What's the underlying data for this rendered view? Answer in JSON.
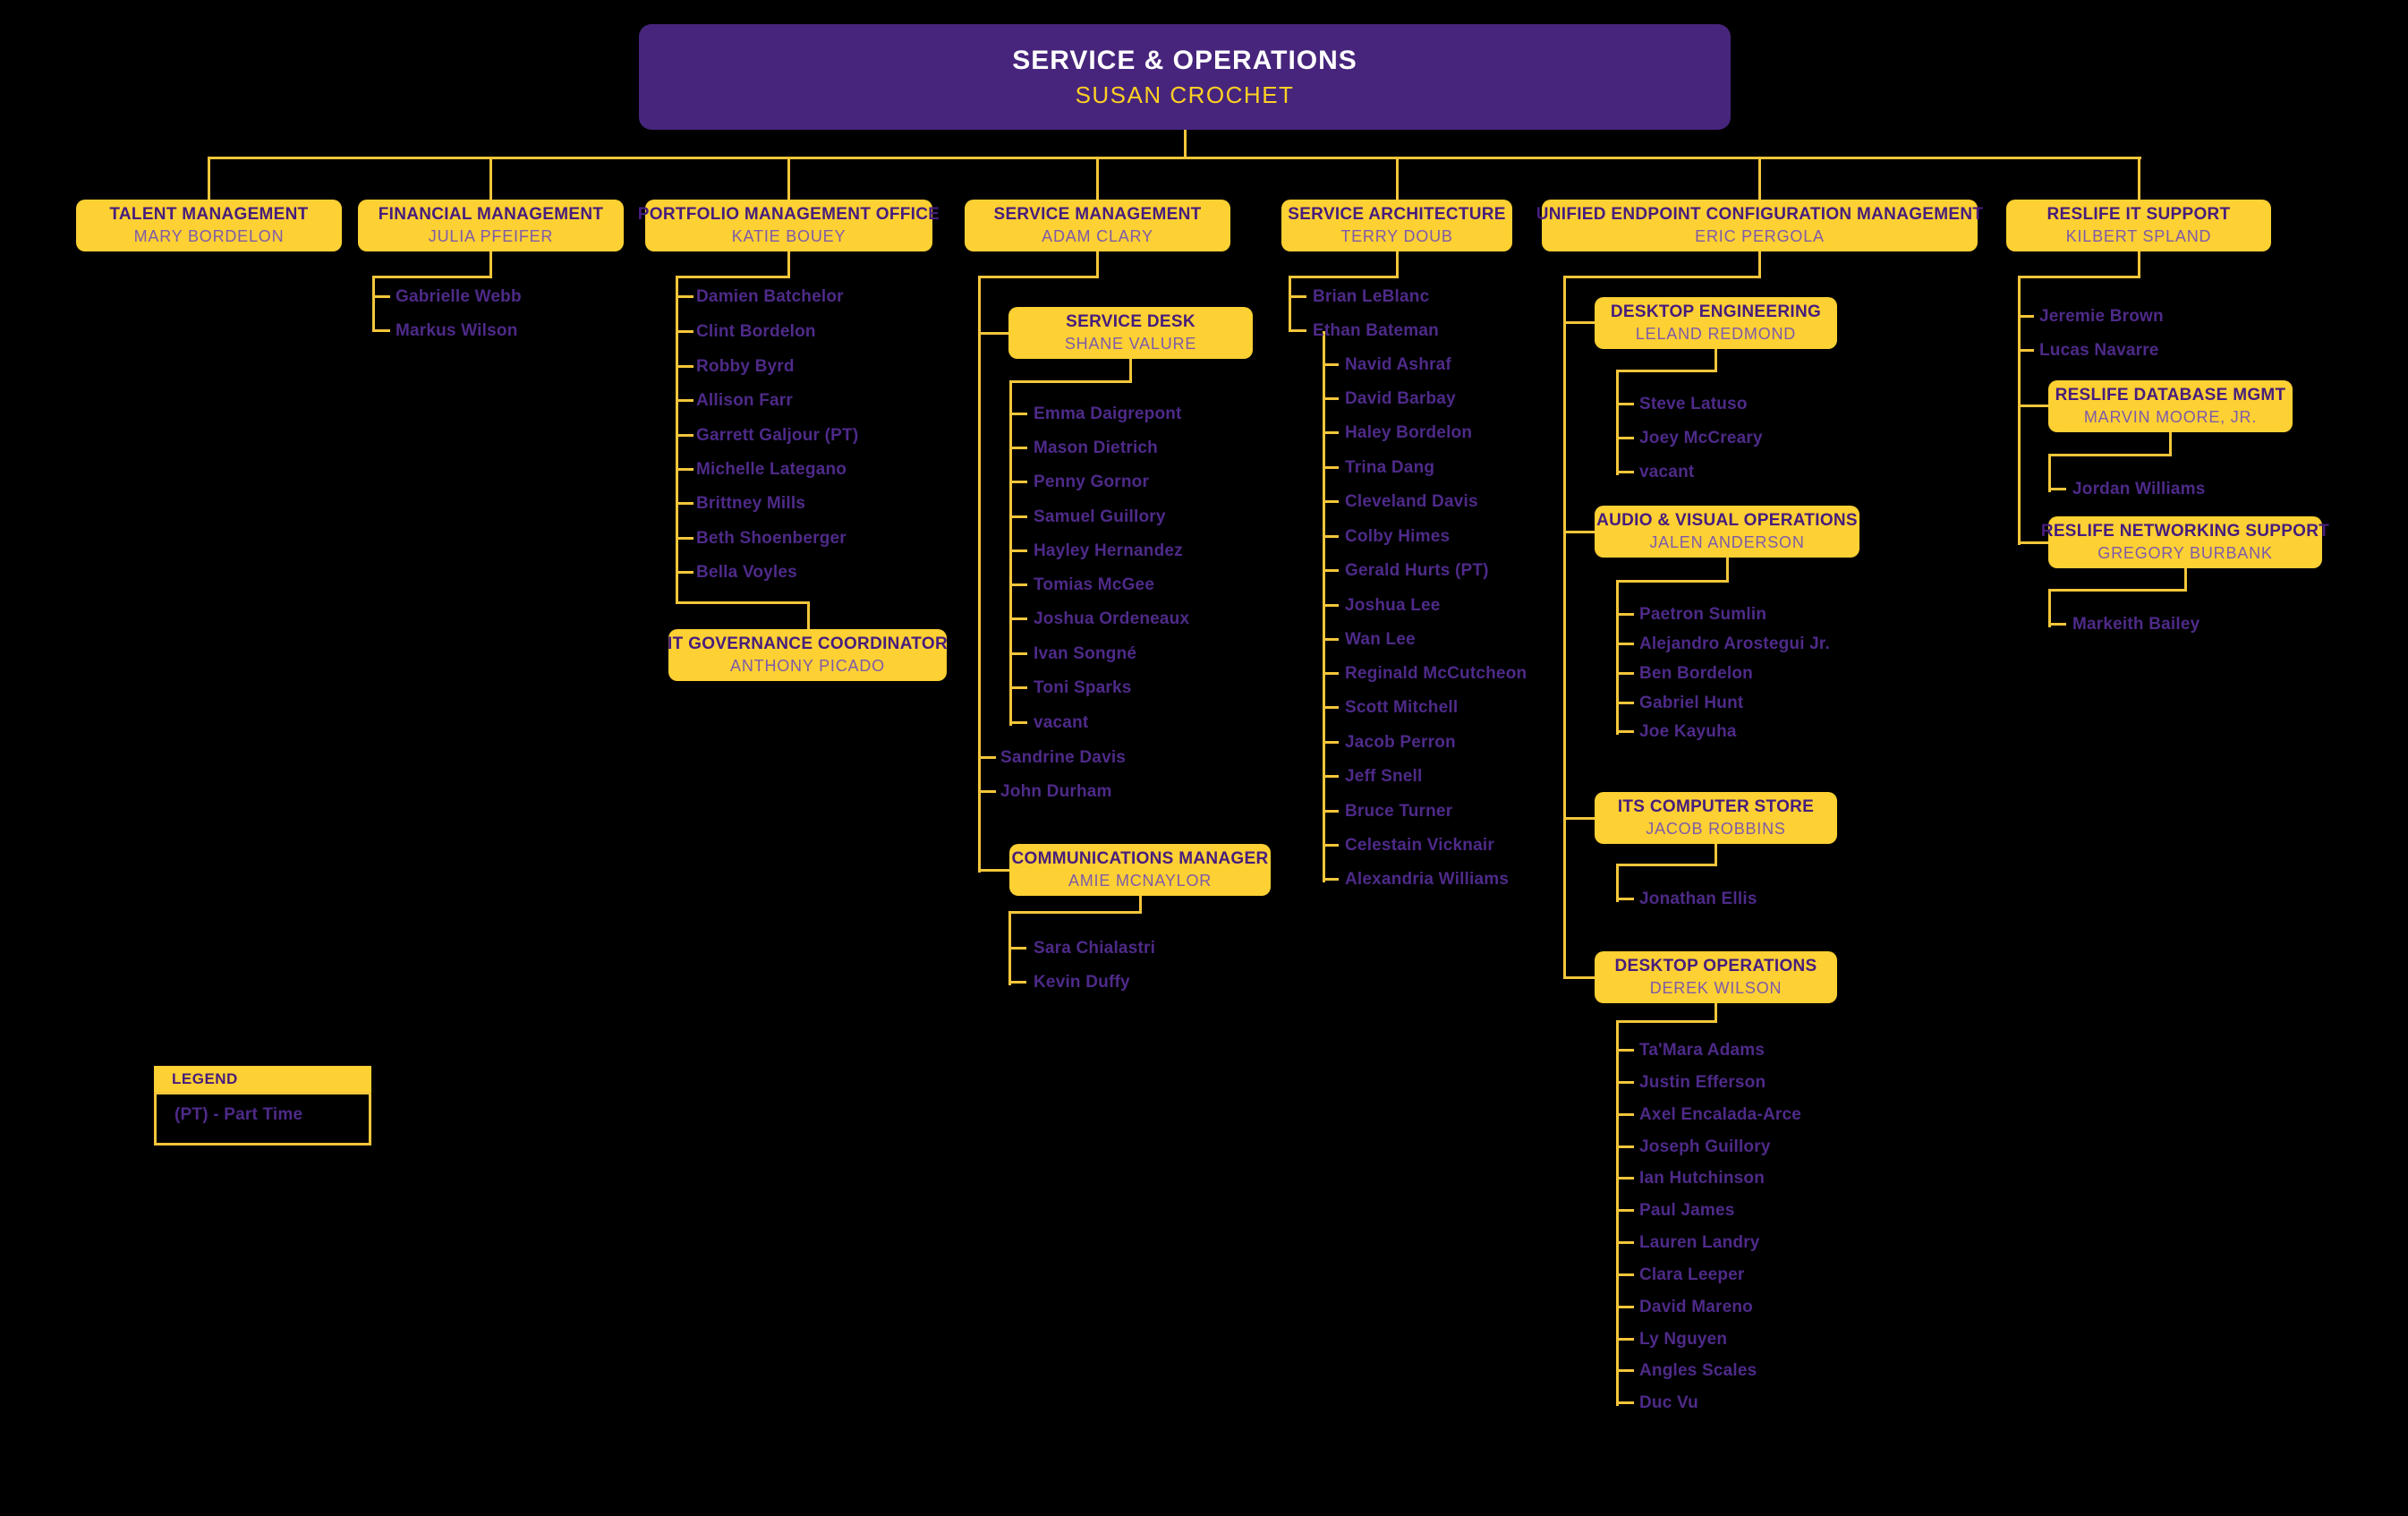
{
  "root": {
    "title": "SERVICE & OPERATIONS",
    "name": "SUSAN CROCHET"
  },
  "boxes": {
    "talent": {
      "title": "TALENT MANAGEMENT",
      "name": "MARY BORDELON"
    },
    "financial": {
      "title": "FINANCIAL MANAGEMENT",
      "name": "JULIA PFEIFER"
    },
    "portfolio": {
      "title": "PORTFOLIO MANAGEMENT OFFICE",
      "name": "KATIE BOUEY"
    },
    "service_mgmt": {
      "title": "SERVICE MANAGEMENT",
      "name": "ADAM CLARY"
    },
    "service_arch": {
      "title": "SERVICE ARCHITECTURE",
      "name": "TERRY DOUB"
    },
    "unified": {
      "title": "UNIFIED ENDPOINT CONFIGURATION MANAGEMENT",
      "name": "ERIC PERGOLA"
    },
    "reslife": {
      "title": "RESLIFE IT SUPPORT",
      "name": "KILBERT SPLAND"
    },
    "it_governance": {
      "title": "IT GOVERNANCE COORDINATOR",
      "name": "ANTHONY PICADO"
    },
    "service_desk": {
      "title": "SERVICE DESK",
      "name": "SHANE VALURE"
    },
    "comm_mgr": {
      "title": "COMMUNICATIONS MANAGER",
      "name": "AMIE MCNAYLOR"
    },
    "desktop_eng": {
      "title": "DESKTOP ENGINEERING",
      "name": "LELAND REDMOND"
    },
    "av_ops": {
      "title": "AUDIO & VISUAL OPERATIONS",
      "name": "JALEN ANDERSON"
    },
    "its_store": {
      "title": "ITS COMPUTER STORE",
      "name": "JACOB ROBBINS"
    },
    "desktop_ops": {
      "title": "DESKTOP OPERATIONS",
      "name": "DEREK WILSON"
    },
    "db_mgmt": {
      "title": "RESLIFE DATABASE MGMT",
      "name": "MARVIN MOORE, JR."
    },
    "networking": {
      "title": "RESLIFE NETWORKING SUPPORT",
      "name": "GREGORY BURBANK"
    }
  },
  "reports": {
    "financial": [
      "Gabrielle Webb",
      "Markus Wilson"
    ],
    "portfolio": [
      "Damien Batchelor",
      "Clint Bordelon",
      "Robby Byrd",
      "Allison Farr",
      "Garrett Galjour (PT)",
      "Michelle Lategano",
      "Brittney Mills",
      "Beth Shoenberger",
      "Bella Voyles"
    ],
    "service_desk": [
      "Emma Daigrepont",
      "Mason Dietrich",
      "Penny Gornor",
      "Samuel Guillory",
      "Hayley Hernandez",
      "Tomias McGee",
      "Joshua Ordeneaux",
      "Ivan Songné",
      "Toni Sparks",
      "vacant"
    ],
    "service_mgmt": [
      "Sandrine Davis",
      "John Durham"
    ],
    "comm": [
      "Sara Chialastri",
      "Kevin Duffy"
    ],
    "service_arch": [
      "Brian LeBlanc",
      "Ethan Bateman"
    ],
    "ethan": [
      "Navid Ashraf",
      "David Barbay",
      "Haley Bordelon",
      "Trina Dang",
      "Cleveland Davis",
      "Colby Himes",
      "Gerald Hurts (PT)",
      "Joshua Lee",
      "Wan Lee",
      "Reginald McCutcheon",
      "Scott Mitchell",
      "Jacob Perron",
      "Jeff Snell",
      "Bruce Turner",
      "Celestain Vicknair",
      "Alexandria Williams"
    ],
    "desktop_eng": [
      "Steve Latuso",
      "Joey McCreary",
      "vacant"
    ],
    "av": [
      "Paetron Sumlin",
      "Alejandro Arostegui Jr.",
      "Ben Bordelon",
      "Gabriel Hunt",
      "Joe Kayuha"
    ],
    "its_store": [
      "Jonathan Ellis"
    ],
    "desktop_ops": [
      "Ta'Mara Adams",
      "Justin Efferson",
      "Axel Encalada-Arce",
      "Joseph Guillory",
      "Ian Hutchinson",
      "Paul James",
      "Lauren Landry",
      "Clara Leeper",
      "David Mareno",
      "Ly Nguyen",
      "Angles Scales",
      "Duc Vu"
    ],
    "reslife": [
      "Jeremie Brown",
      "Lucas Navarre"
    ],
    "db_mgmt": [
      "Jordan Williams"
    ],
    "networking": [
      "Markeith Bailey"
    ]
  },
  "legend": {
    "header": "LEGEND",
    "body": "(PT) - Part Time"
  },
  "colors": {
    "background": "#000000",
    "gold": "#FDD033",
    "line_gold": "#F4C63A",
    "purple_dark": "#461D7C",
    "root_purple": "#47257C",
    "box_name_purple": "#7D5BA9",
    "person_purple": "#4E2A89",
    "root_title_white": "#FFFFFF",
    "root_name_gold": "#FDD023"
  }
}
